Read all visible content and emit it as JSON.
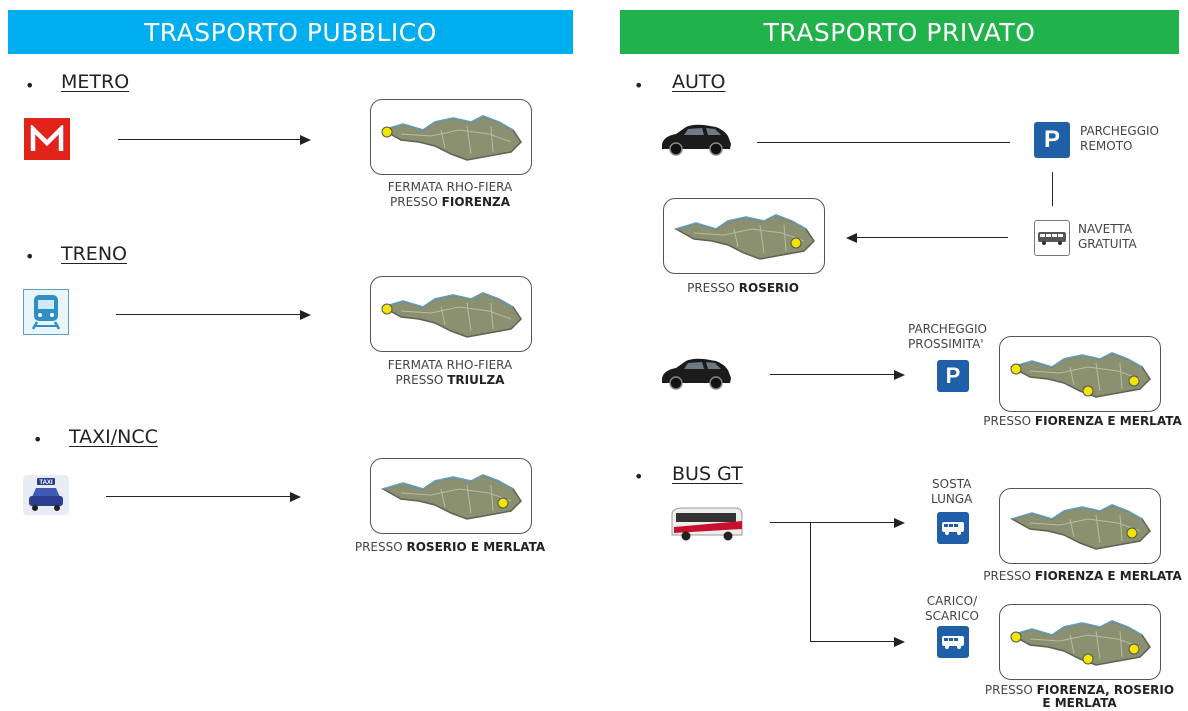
{
  "headers": {
    "public": "TRASPORTO PUBBLICO",
    "private": "TRASPORTO PRIVATO"
  },
  "bullet_char": "•",
  "public": {
    "metro": {
      "title": "METRO",
      "icon": "metro-m-icon",
      "icon_text": "M",
      "caption_line1": "FERMATA RHO-FIERA",
      "caption_line2_prefix": "PRESSO ",
      "caption_line2_bold": "FIORENZA"
    },
    "treno": {
      "title": "TRENO",
      "icon": "train-icon",
      "caption_line1": "FERMATA RHO-FIERA",
      "caption_line2_prefix": "PRESSO ",
      "caption_line2_bold": "TRIULZA"
    },
    "taxi": {
      "title": "TAXI/NCC",
      "icon": "taxi-icon",
      "icon_text": "TAXI",
      "caption_prefix": "PRESSO ",
      "caption_bold": "ROSERIO E MERLATA"
    }
  },
  "private": {
    "auto": {
      "title": "AUTO",
      "icon": "car-icon",
      "remote_parking_line1": "PARCHEGGIO",
      "remote_parking_line2": "REMOTO",
      "shuttle_line1": "NAVETTA",
      "shuttle_line2": "GRATUITA",
      "caption_prefix": "PRESSO ",
      "caption_bold": "ROSERIO",
      "near_parking_line1": "PARCHEGGIO",
      "near_parking_line2": "PROSSIMITA'",
      "near_caption_prefix": "PRESSO ",
      "near_caption_bold": "FIORENZA E MERLATA"
    },
    "bus": {
      "title": "BUS GT",
      "icon": "coach-bus-icon",
      "long_stop_line1": "SOSTA",
      "long_stop_line2": "LUNGA",
      "long_caption_prefix": "PRESSO ",
      "long_caption_bold": "FIORENZA E MERLATA",
      "load_line1": "CARICO/",
      "load_line2": "SCARICO",
      "load_caption_prefix": "PRESSO ",
      "load_caption_bold_line1": "FIORENZA, ROSERIO",
      "load_caption_bold_line2": "E MERLATA"
    }
  },
  "parking_letter": "P",
  "colors": {
    "public_header": "#00aeef",
    "private_header": "#22b24c",
    "metro_red": "#e2231a",
    "parking_blue": "#1f5fa8",
    "marker_yellow": "#f2e600"
  }
}
